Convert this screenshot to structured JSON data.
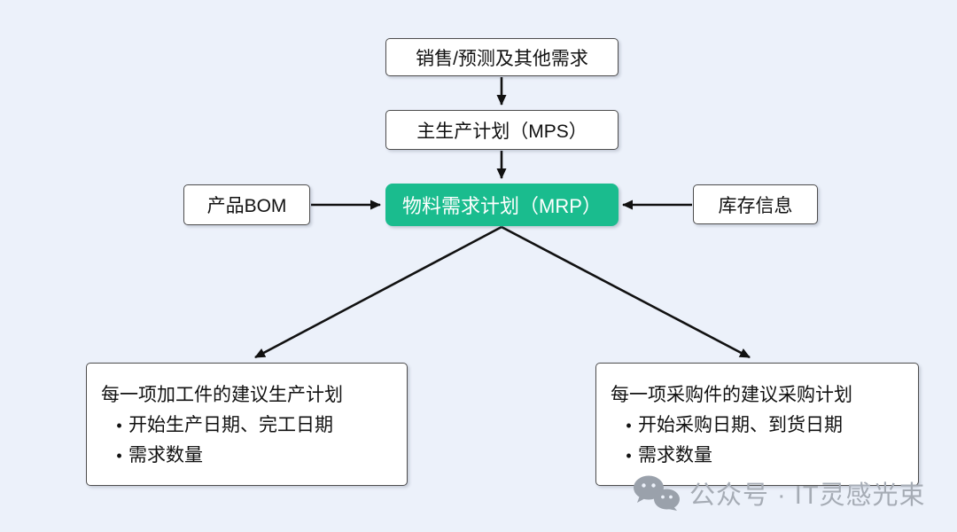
{
  "diagram": {
    "background_color": "#ecf1fa",
    "accent_green": "#1abc8e",
    "arrow_color": "#111111",
    "bullet_char": "•",
    "nodes": {
      "sales": {
        "label": "销售/预测及其他需求"
      },
      "mps": {
        "label": "主生产计划（MPS）"
      },
      "bom": {
        "label": "产品BOM"
      },
      "mrp": {
        "label": "物料需求计划（MRP）"
      },
      "inventory": {
        "label": "库存信息"
      },
      "production_plan": {
        "title": "每一项加工件的建议生产计划",
        "bullets": [
          "开始生产日期、完工日期",
          "需求数量"
        ]
      },
      "purchase_plan": {
        "title": "每一项采购件的建议采购计划",
        "bullets": [
          "开始采购日期、到货日期",
          "需求数量"
        ]
      }
    },
    "edges": [
      "sales -> mps",
      "mps -> mrp",
      "bom -> mrp",
      "inventory -> mrp",
      "mrp -> production_plan",
      "mrp -> purchase_plan"
    ],
    "watermark": {
      "text": "公众号 · IT灵感光束"
    }
  }
}
